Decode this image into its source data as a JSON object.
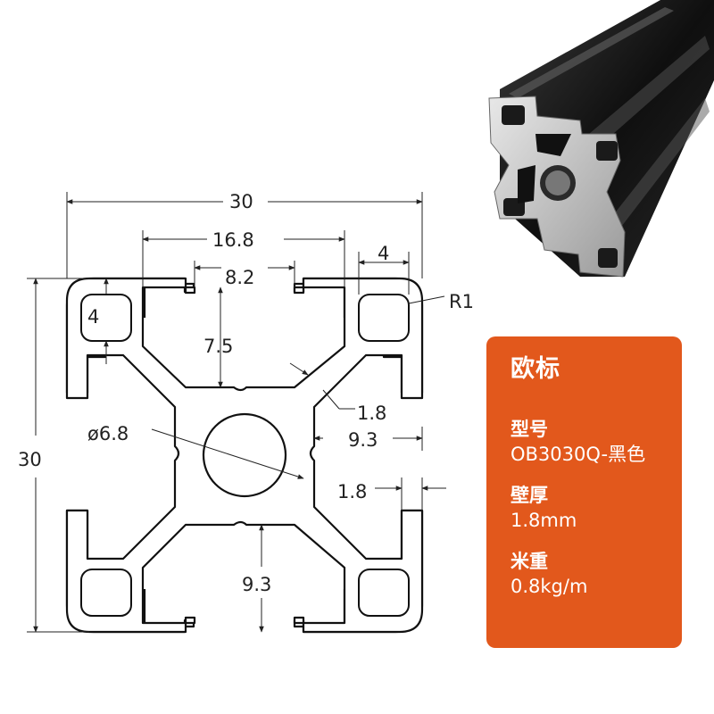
{
  "dimensions": {
    "overall_width": "30",
    "overall_height": "30",
    "channel_span": "16.8",
    "slot_opening": "8.2",
    "corner_hole": "4",
    "corner_hole_side": "4",
    "corner_radius": "R1",
    "slot_depth": "7.5",
    "wall_thickness_diag": "1.8",
    "center_bore": "ø6.8",
    "core_side": "9.3",
    "flange_thickness": "1.8",
    "core_bottom": "9.3"
  },
  "colors": {
    "card_bg": "#e2581c",
    "card_text": "#ffffff",
    "profile_fill": "#ffffff",
    "stroke": "#111111"
  },
  "spec_card": {
    "title": "欧标",
    "model_label": "型号",
    "model_value": "OB3030Q-黑色",
    "thickness_label": "壁厚",
    "thickness_value": "1.8mm",
    "weight_label": "米重",
    "weight_value": "0.8kg/m"
  }
}
